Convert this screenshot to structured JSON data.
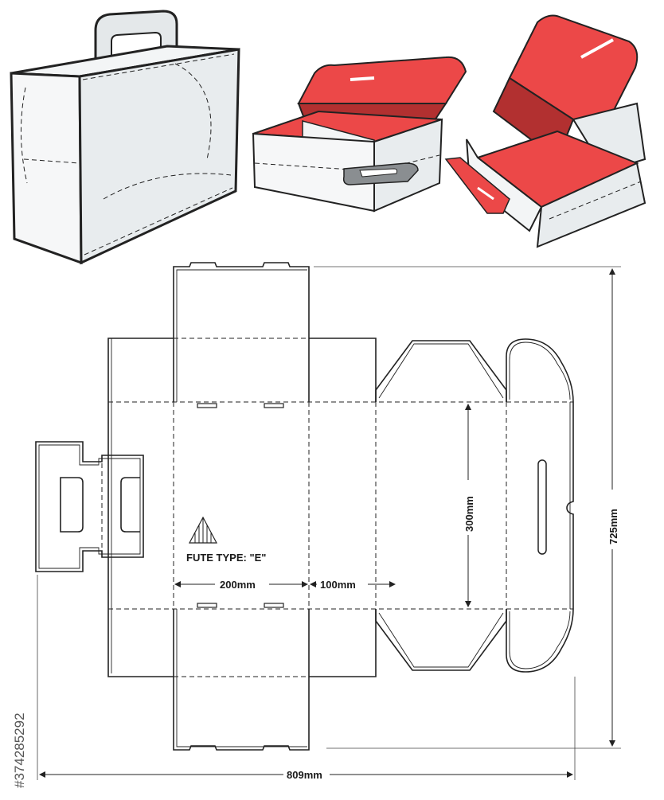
{
  "labels": {
    "flute_type": "FUTE TYPE: \"E\"",
    "width_200": "200mm",
    "width_100": "100mm",
    "height_300": "300mm",
    "total_height": "725mm",
    "total_width": "809mm",
    "stock_id": "#374285292"
  },
  "colors": {
    "interior": "#ec4848",
    "interior_dark": "#b23030",
    "panel": "#eef1f2",
    "outline": "#222222"
  }
}
